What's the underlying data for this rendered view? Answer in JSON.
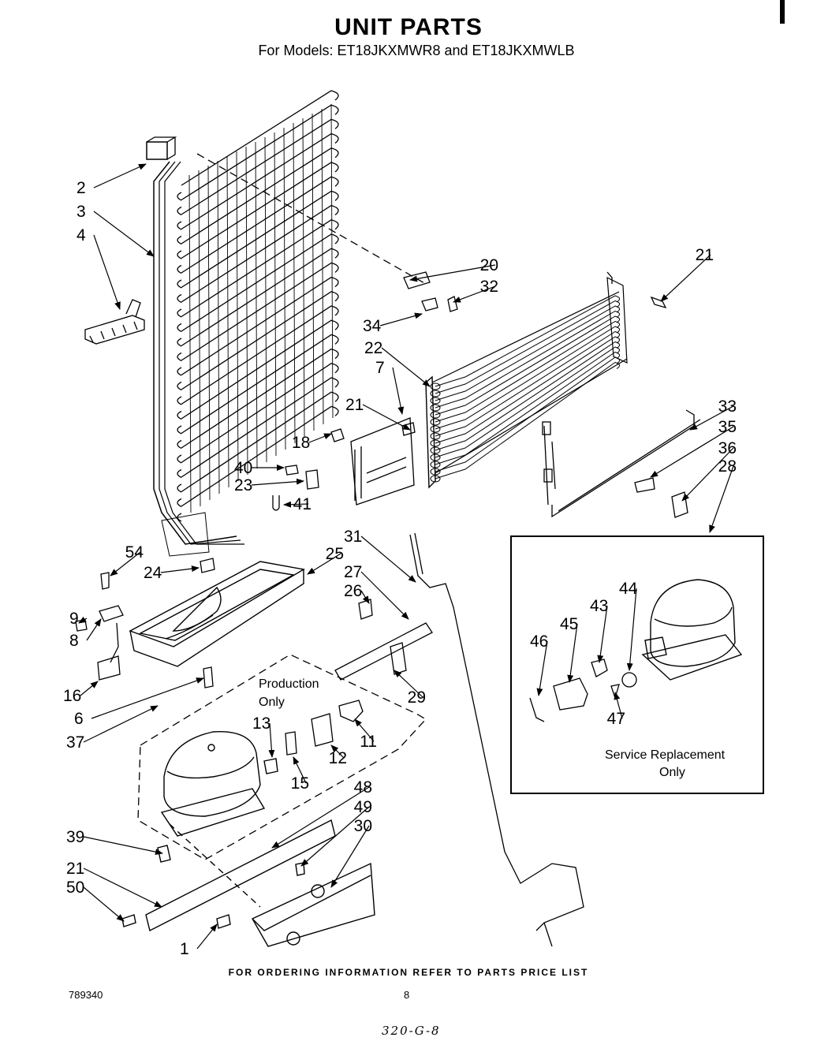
{
  "header": {
    "title": "UNIT PARTS",
    "subtitle": "For Models: ET18JKXMWR8 and ET18JKXMWLB"
  },
  "labels": {
    "production_only": [
      "Production",
      "Only"
    ],
    "service_replacement": [
      "Service Replacement",
      "Only"
    ]
  },
  "callouts": [
    "2",
    "3",
    "4",
    "20",
    "32",
    "21",
    "34",
    "22",
    "7",
    "21",
    "18",
    "33",
    "35",
    "36",
    "28",
    "40",
    "23",
    "41",
    "31",
    "54",
    "25",
    "24",
    "27",
    "26",
    "9",
    "8",
    "16",
    "6",
    "29",
    "37",
    "13",
    "11",
    "12",
    "15",
    "44",
    "43",
    "45",
    "46",
    "47",
    "48",
    "49",
    "30",
    "39",
    "21",
    "50",
    "1"
  ],
  "footer": {
    "ordering_note": "FOR ORDERING INFORMATION REFER TO PARTS PRICE LIST",
    "doc_number": "789340",
    "page_number": "8",
    "handwritten_note": "320-G-8"
  }
}
